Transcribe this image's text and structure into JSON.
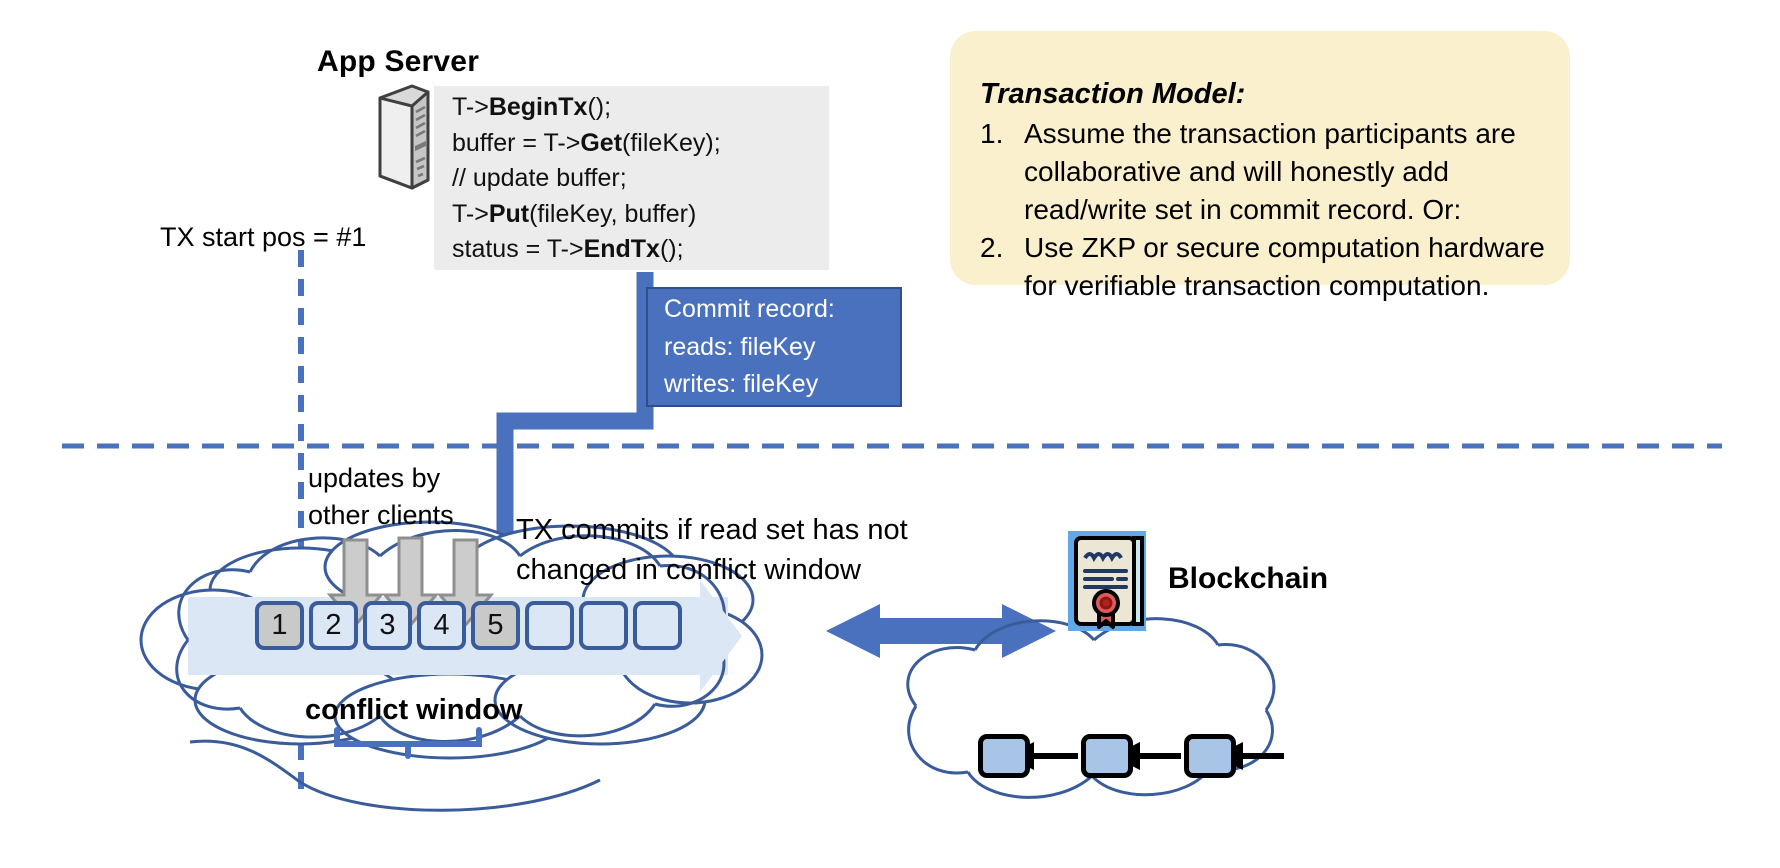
{
  "app_server": {
    "title": "App Server",
    "icon": "server-icon",
    "code": [
      {
        "plain1": "T->",
        "bold": "BeginTx",
        "plain2": "();"
      },
      {
        "plain1": "buffer = T->",
        "bold": "Get",
        "plain2": "(fileKey);"
      },
      {
        "plain1": "// update buffer;",
        "bold": "",
        "plain2": ""
      },
      {
        "plain1": "T->",
        "bold": "Put",
        "plain2": "(fileKey, buffer)"
      },
      {
        "plain1": "status = T->",
        "bold": "EndTx",
        "plain2": "();"
      }
    ]
  },
  "tx_start": {
    "label": "TX start pos = #1"
  },
  "commit_record": {
    "title": "Commit record:",
    "reads": "reads: fileKey",
    "writes": "writes: fileKey",
    "bg": "#4a71be",
    "border": "#2f4f88"
  },
  "transaction_model": {
    "title": "Transaction Model:",
    "bg": "#fbf0cd",
    "items": [
      {
        "num": "1.",
        "text": "Assume the transaction participants are collaborative and will honestly add read/write set in commit record.  Or:"
      },
      {
        "num": "2.",
        "text": "Use ZKP or secure computation hardware for verifiable transaction computation."
      }
    ]
  },
  "ledger": {
    "updates_label_line1": "updates by",
    "updates_label_line2": "other clients",
    "commits_label_line1": "TX commits if read set has not",
    "commits_label_line2": "changed in conflict window",
    "conflict_window_label": "conflict window",
    "blocks": [
      {
        "label": "1",
        "state": "filled"
      },
      {
        "label": "2",
        "state": "open"
      },
      {
        "label": "3",
        "state": "open"
      },
      {
        "label": "4",
        "state": "open"
      },
      {
        "label": "5",
        "state": "filled"
      },
      {
        "label": "",
        "state": "open"
      },
      {
        "label": "",
        "state": "open"
      },
      {
        "label": "",
        "state": "open"
      }
    ],
    "block_border": "#3a5c9a",
    "block_open_bg": "#dce7f6",
    "block_filled_bg": "#c9c9c9"
  },
  "blockchain": {
    "label": "Blockchain",
    "icon": "certificate-icon",
    "blocks": [
      "",
      "",
      ""
    ],
    "block_bg": "#a8c4e6",
    "sync_arrow": "double-headed-arrow"
  },
  "colors": {
    "accent_blue": "#4a71be",
    "dashed_blue": "#4a71be",
    "cloud_stroke": "#3a5c9a",
    "code_bg": "#ececec",
    "gray_arrow": "#cccccc",
    "gray_arrow_stroke": "#8f8f8f"
  }
}
